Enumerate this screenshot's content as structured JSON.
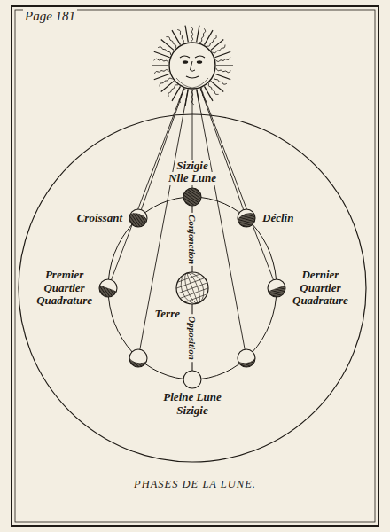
{
  "diagram": {
    "title": "PHASES DE LA LUNE.",
    "nodes": [
      {
        "text": [
          "Sizigie",
          "Nlle Lune"
        ]
      },
      {
        "text": [
          "Croissant"
        ]
      },
      {
        "text": [
          "Déclin"
        ]
      },
      {
        "text": [
          "Premier Quartier",
          "Quadrature"
        ]
      },
      {
        "text": [
          "Dernier Quartier",
          "Quadrature"
        ]
      },
      {
        "text": [
          "Terre"
        ]
      },
      {
        "text": [
          "Pleine Lune",
          "Sizigie"
        ]
      }
    ],
    "edges": [
      {
        "from": 0,
        "to": 5,
        "arrow": "none",
        "label": "Conjonction"
      },
      {
        "from": 5,
        "to": 6,
        "arrow": "none",
        "label": "Opposition"
      }
    ],
    "labels": [
      "Page 181"
    ]
  }
}
